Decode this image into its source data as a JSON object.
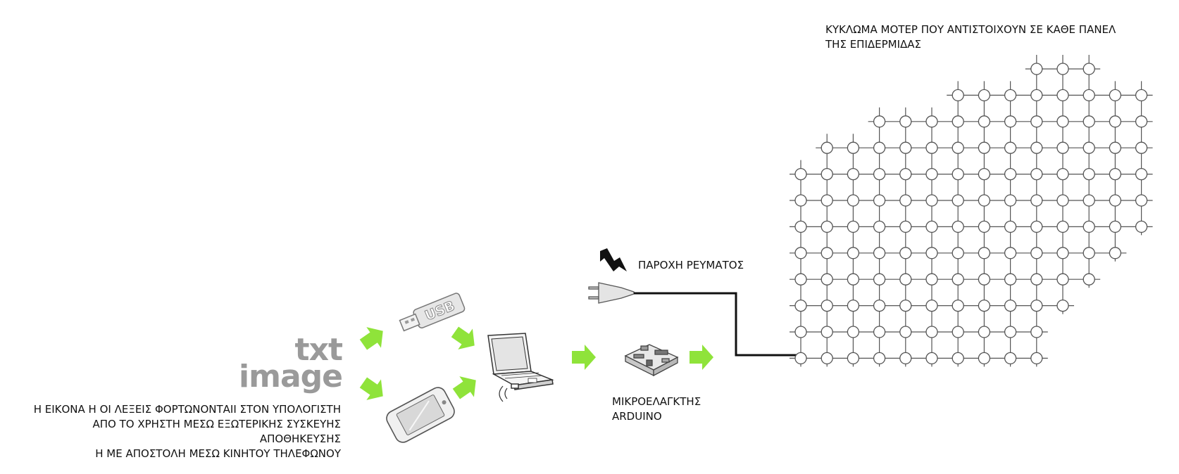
{
  "labels": {
    "grid_title_line1": "ΚΥΚΛΩΜΑ ΜΟΤΕΡ ΠΟΥ ΑΝΤΙΣΤΟΙΧΟΥΝ ΣΕ ΚΑΘΕ ΠΑΝΕΛ",
    "grid_title_line2": "ΤΗΣ ΕΠΙΔΕΡΜΙΔΑΣ",
    "power": "ΠΑΡΟΧΗ ΡΕΥΜΑΤΟΣ",
    "arduino_line1": "ΜΙΚΡΟΕΛΑΓΚΤΗΣ",
    "arduino_line2": "ARDUINO",
    "word_txt": "txt",
    "word_image": "image",
    "desc_line1": "Η ΕΙΚΟΝΑ Η ΟΙ ΛΕΞΕΙΣ ΦΟΡΤΩΝΟΝΤΑΙΙ ΣΤΟΝ ΥΠΟΛΟΓΙΣΤΗ",
    "desc_line2": "ΑΠΟ ΤΟ ΧΡΗΣΤΗ ΜΕΣΩ ΕΞΩΤΕΡΙΚΗΣ ΣΥΣΚΕΥΗΣ",
    "desc_line3": "ΑΠΟΘΗΚΕΥΣΗΣ",
    "desc_line4": "Η ΜΕ ΑΠΟΣΤΟΛΗ ΜΕΣΩ ΚΙΝΗΤΟΥ ΤΗΛΕΦΩΝΟΥ",
    "usb_text": "USB"
  },
  "icons": {
    "usb": "usb-stick-icon",
    "phone": "smartphone-icon",
    "laptop": "laptop-icon",
    "arduino": "arduino-board-icon",
    "plug": "power-plug-icon",
    "bolt": "lightning-bolt-icon",
    "arrow": "green-arrow-icon"
  },
  "colors": {
    "arrow_green": "#8fe33a",
    "grid_line": "#555555",
    "text": "#111111",
    "big_word_gray": "#9a9a9a"
  },
  "motor_grid": {
    "rows": [
      {
        "start": 9,
        "end": 11
      },
      {
        "start": 6,
        "end": 13
      },
      {
        "start": 3,
        "end": 13
      },
      {
        "start": 1,
        "end": 13
      },
      {
        "start": 0,
        "end": 13
      },
      {
        "start": 0,
        "end": 13
      },
      {
        "start": 0,
        "end": 13
      },
      {
        "start": 0,
        "end": 12
      },
      {
        "start": 0,
        "end": 11
      },
      {
        "start": 0,
        "end": 10
      },
      {
        "start": 0,
        "end": 9
      },
      {
        "start": 0,
        "end": 9
      }
    ]
  }
}
